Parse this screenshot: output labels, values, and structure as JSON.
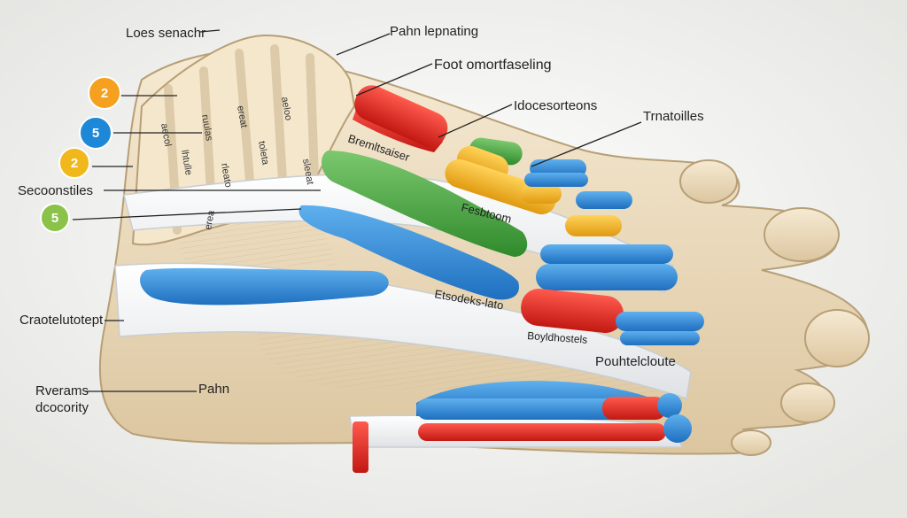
{
  "labels": {
    "loes_senachr": "Loes senachr",
    "pahn_lepnating": "Pahn lepnating",
    "foot_omortfaseling": "Foot omortfaseling",
    "idocesorteons": "Idocesorteons",
    "trnatoilles": "Trnatoilles",
    "secoonstiles": "Secoonstiles",
    "craotelutotept": "Craotelutotept",
    "rverams_dcocority": [
      "Rverams",
      "dcocority"
    ],
    "pahn": "Pahn",
    "pouhtelcloute": "Pouhtelcloute"
  },
  "inner_labels": {
    "breatisatsabes": "Bremltsaiser",
    "feshdoon": "Fesbtoom",
    "eisodecks_lato": "Etsodeks-lato",
    "boyldhostels": "Boyldhostels",
    "column_text": [
      "aecol",
      "lhtulle",
      "ruulas",
      "rleato",
      "ereat",
      "toleta",
      "aeloo",
      "sleeat",
      "erea"
    ]
  },
  "badges": [
    {
      "text": "2",
      "color": "#f5a11f"
    },
    {
      "text": "5",
      "color": "#1e88d8"
    },
    {
      "text": "2",
      "color": "#f1b81c"
    },
    {
      "text": "5",
      "color": "#8bc34a"
    }
  ],
  "colors": {
    "bone": "#eddcbe",
    "bone_shadow": "#c9b38e",
    "tendon": "#f6f6f6",
    "blue": "#2e8bd6",
    "red": "#e02a22",
    "green": "#49a845",
    "yellow": "#f4b41e",
    "line": "#222222",
    "background": "#f2f2f0"
  }
}
